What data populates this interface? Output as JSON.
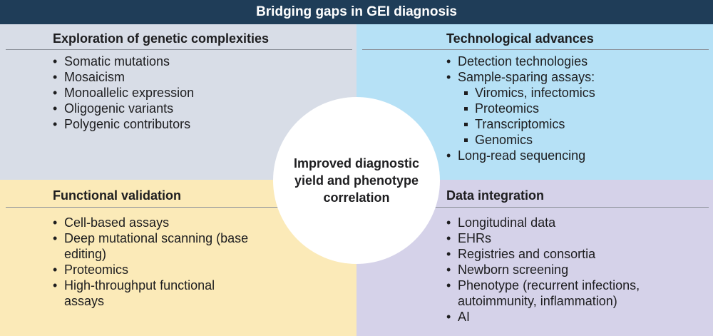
{
  "banner": {
    "title": "Bridging gaps in GEI diagnosis"
  },
  "quadrants": {
    "top_left": {
      "title": "Exploration of genetic complexities",
      "items": [
        "Somatic mutations",
        "Mosaicism",
        "Monoallelic expression",
        "Oligogenic variants",
        "Polygenic contributors"
      ]
    },
    "top_right": {
      "title": "Technological advances",
      "items": [
        "Detection technologies",
        "Sample-sparing assays:",
        "Viromics, infectomics",
        "Proteomics",
        "Transcriptomics",
        "Genomics",
        "Long-read sequencing"
      ]
    },
    "bottom_left": {
      "title": "Functional validation",
      "items": [
        "Cell-based assays",
        "Deep mutational scanning (base",
        "editing)",
        "Proteomics",
        "High-throughput functional",
        "assays"
      ]
    },
    "bottom_right": {
      "title": "Data integration",
      "items": [
        "Longitudinal data",
        "EHRs",
        "Registries and consortia",
        "Newborn screening",
        "Phenotype (recurrent infections,",
        "autoimmunity, inflammation)",
        "AI"
      ]
    }
  },
  "center": {
    "lines": [
      "Improved diagnostic",
      "yield and phenotype",
      "correlation"
    ]
  },
  "colors": {
    "banner": "#1f3d58",
    "top_left": "#d8dde7",
    "top_right": "#b6e1f6",
    "bottom_left": "#fbeab8",
    "bottom_right": "#d5d2e9"
  }
}
